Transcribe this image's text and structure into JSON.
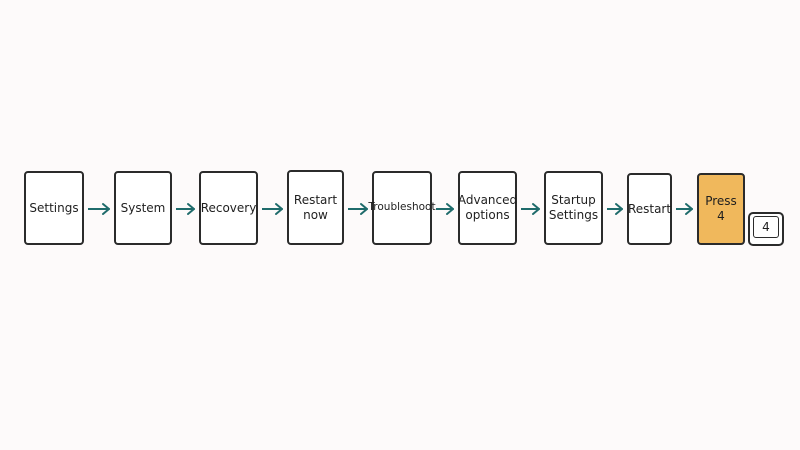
{
  "steps": [
    {
      "label": "Settings"
    },
    {
      "label": "System"
    },
    {
      "label": "Recovery"
    },
    {
      "label": "Restart\nnow"
    },
    {
      "label": "Troubleshoot"
    },
    {
      "label": "Advanced\noptions"
    },
    {
      "label": "Startup\nSettings"
    },
    {
      "label": "Restart"
    },
    {
      "label": "Press 4",
      "highlight": true
    }
  ],
  "key": {
    "label": "4"
  },
  "colors": {
    "arrow": "#1f6b6b",
    "highlight": "#f0b85c",
    "border": "#2b2b2b",
    "background": "#fdfafa"
  }
}
